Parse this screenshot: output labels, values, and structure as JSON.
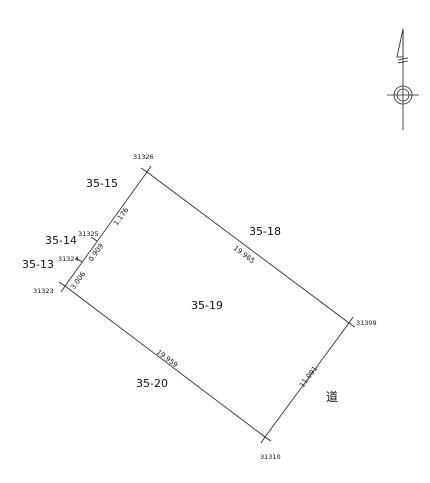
{
  "parcels": {
    "p3515": "35-15",
    "p3518": "35-18",
    "p3514": "35-14",
    "p3513": "35-13",
    "p3519": "35-19",
    "p3520": "35-20"
  },
  "points": {
    "pt31326": "31326",
    "pt31325": "31325",
    "pt31324": "31324",
    "pt31323": "31323",
    "pt31309": "31309",
    "pt31310": "31310"
  },
  "dimensions": {
    "top": "19.965",
    "bottom": "19.959",
    "right": "11.091",
    "left_a": "1.176",
    "left_b": "0.909",
    "left_c": "3.006"
  },
  "road": {
    "label": "道"
  },
  "compass": {
    "icon": "north-arrow-icon"
  }
}
